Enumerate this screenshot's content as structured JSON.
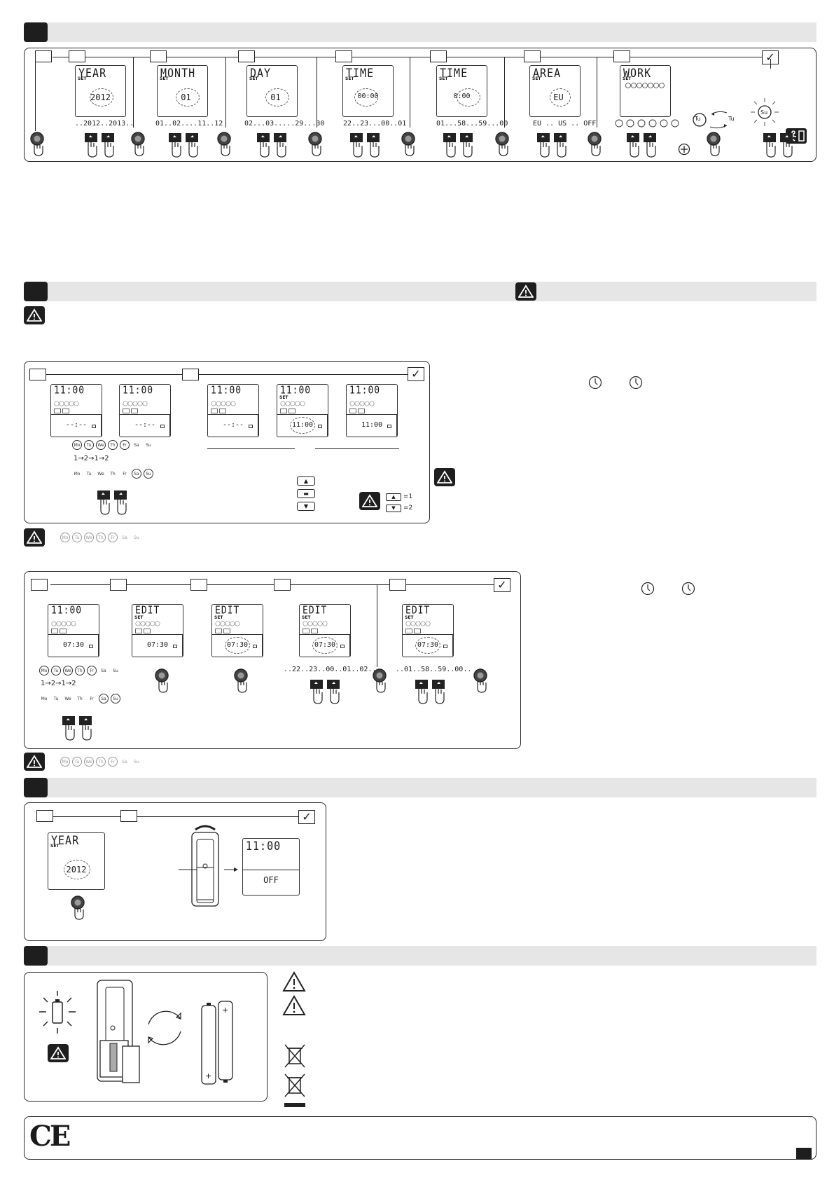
{
  "section1": {
    "screens": [
      {
        "title": "YEAR",
        "set": "SET",
        "value": "2012",
        "range": "..2012..2013.."
      },
      {
        "title": "MONTH",
        "set": "SET",
        "value": "01",
        "range": "01..02....11..12"
      },
      {
        "title": "DAY",
        "set": "SET",
        "value": "01",
        "range": "02...03.....29...30"
      },
      {
        "title": "TIME",
        "set": "SET",
        "value": "00:00",
        "range": "22..23...00..01"
      },
      {
        "title": "TIME",
        "set": "SET",
        "value": "0:00",
        "range": "01...58...59...00"
      },
      {
        "title": "AREA",
        "set": "SET",
        "value": "EU",
        "range": "EU .. US .. OFF"
      },
      {
        "title": "WORK",
        "set": "SET",
        "value": "",
        "range": ""
      }
    ],
    "tu_label": "Tu",
    "su_label": "Su",
    "check": "✓"
  },
  "section2": {
    "screens_a": [
      {
        "title": "11:00",
        "value": "--:--"
      },
      {
        "title": "11:00",
        "value": "--:--"
      },
      {
        "title": "11:00",
        "value": "--:--"
      },
      {
        "title": "11:00",
        "set": "SET",
        "value": "11:00"
      },
      {
        "title": "11:00",
        "value": "11:00"
      }
    ],
    "days": [
      "Mo",
      "Tu",
      "We",
      "Th",
      "Fr",
      "Sa",
      "Su"
    ],
    "seq": "1→2→1→2",
    "eq1": "=1",
    "eq2": "=2",
    "screens_b": [
      {
        "title": "11:00",
        "value": "07:30"
      },
      {
        "title": "EDIT",
        "set": "SET",
        "value": "07:30"
      },
      {
        "title": "EDIT",
        "set": "SET",
        "value": "07:30"
      },
      {
        "title": "EDIT",
        "set": "SET",
        "value": "07:30"
      },
      {
        "title": "EDIT",
        "set": "SET",
        "value": "07:30"
      }
    ],
    "range_b1": "..22..23..00..01..02..",
    "range_b2": "..01..58..59..00.."
  },
  "section3": {
    "screen_year": {
      "title": "YEAR",
      "set": "SET",
      "value": "2012"
    },
    "screen_after": {
      "title": "11:00",
      "value": "OFF"
    }
  },
  "colors": {
    "accent": "#1e1e1e",
    "band": "#e6e6e6"
  }
}
